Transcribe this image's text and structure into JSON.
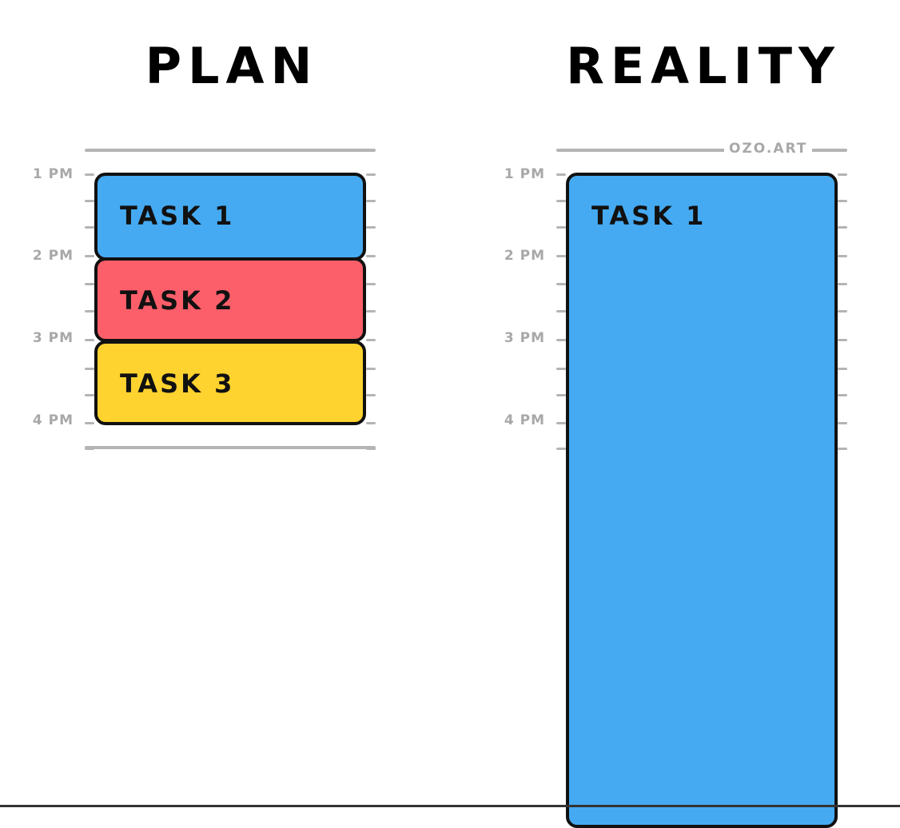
{
  "plan": {
    "title": "PLAN",
    "time_labels": [
      "1 PM",
      "2 PM",
      "3 PM",
      "4 PM"
    ],
    "tasks": [
      {
        "label": "TASK 1",
        "color": "#45aaf2"
      },
      {
        "label": "TASK 2",
        "color": "#fd5f6a"
      },
      {
        "label": "TASK 3",
        "color": "#ffd32f"
      }
    ]
  },
  "reality": {
    "title": "REALITY",
    "time_labels": [
      "1 PM",
      "2 PM",
      "3 PM",
      "4 PM"
    ],
    "watermark": "OZO.ART",
    "tasks": [
      {
        "label": "TASK 1",
        "color": "#45aaf2"
      }
    ]
  },
  "colors": {
    "outline": "#111111",
    "grid": "#b4b4b4",
    "label": "#a8a8a8"
  }
}
